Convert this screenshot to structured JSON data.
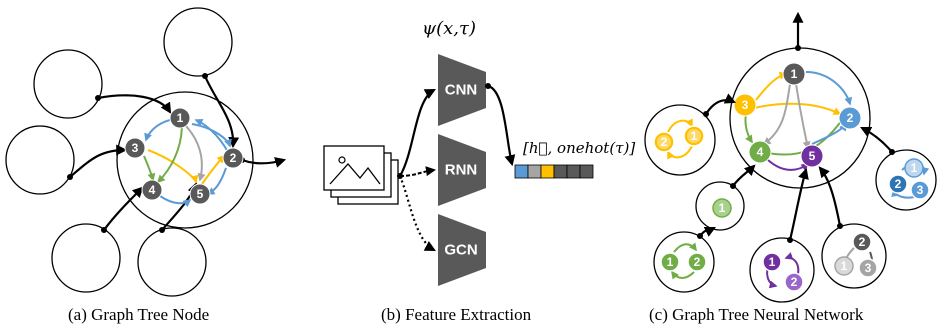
{
  "captions": {
    "a": "(a) Graph Tree Node",
    "b": "(b) Feature Extraction",
    "c": "(c) Graph Tree Neural Network"
  },
  "panel_b": {
    "psi_label": "ψ(x,τ)",
    "models": [
      "CNN",
      "RNN",
      "GCN"
    ],
    "output_label": "[h⃗, onehot(τ)]",
    "vector_colors": [
      "#5b9bd5",
      "#a5a5a5",
      "#ffc000",
      "#595959",
      "#595959",
      "#595959"
    ]
  },
  "panel_a": {
    "node_labels": [
      "1",
      "2",
      "3",
      "4",
      "5"
    ]
  },
  "panel_c": {
    "main_labels": [
      "1",
      "2",
      "3",
      "4",
      "5"
    ],
    "subgraphs": {
      "yellow": [
        "2",
        "1"
      ],
      "blue": [
        "1",
        "2",
        "3"
      ],
      "green_small": [
        "1"
      ],
      "green_pair": [
        "1",
        "2"
      ],
      "purple": [
        "1",
        "2"
      ],
      "gray": [
        "2",
        "1",
        "3"
      ]
    }
  },
  "colors": {
    "dark_node": "#595959",
    "blue": "#5b9bd5",
    "yellow": "#ffc000",
    "green": "#70ad47",
    "purple": "#7030a0",
    "gray": "#a5a5a5",
    "model_fill": "#595959"
  }
}
